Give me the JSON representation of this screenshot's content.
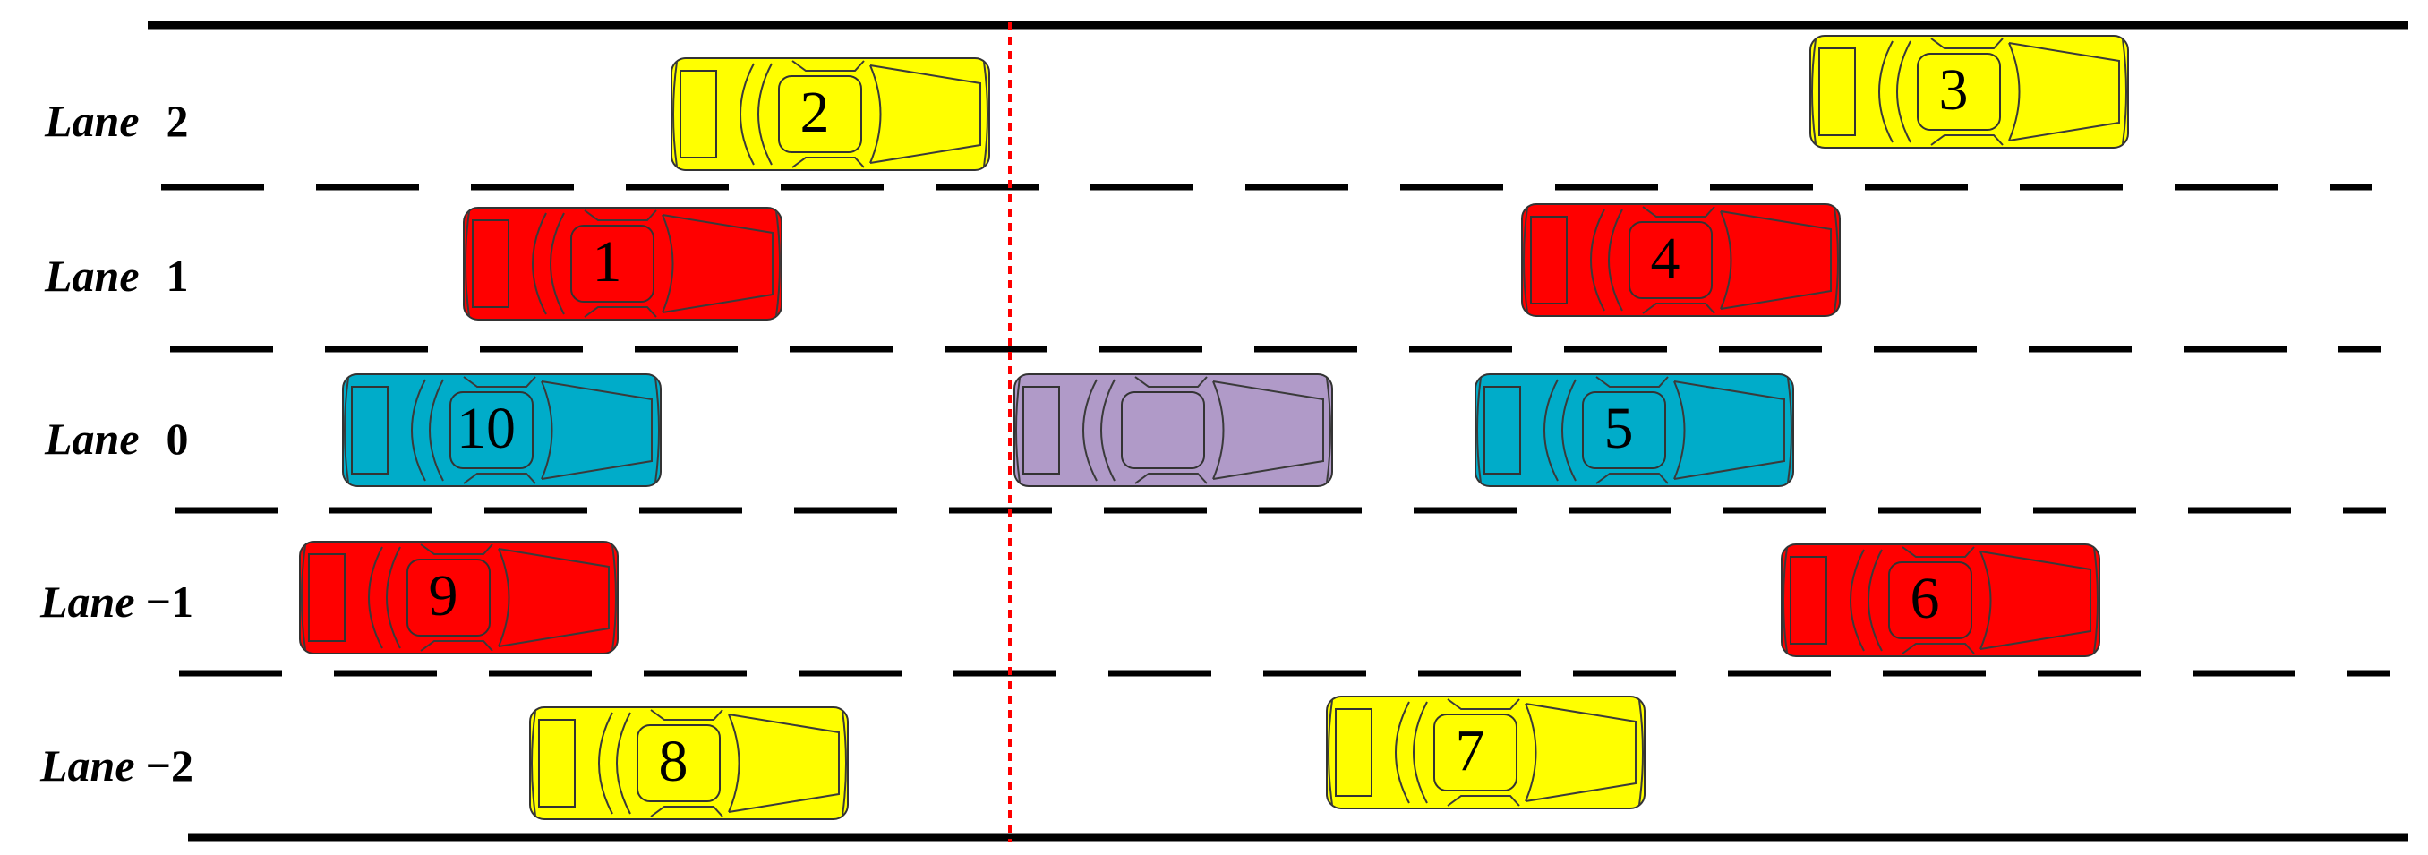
{
  "lanes": [
    {
      "word": "Lane",
      "num": "2"
    },
    {
      "word": "Lane",
      "num": "1"
    },
    {
      "word": "Lane",
      "num": "0"
    },
    {
      "word": "Lane",
      "num": "−1"
    },
    {
      "word": "Lane",
      "num": "−2"
    }
  ],
  "colors": {
    "yellow": "#ffff00",
    "red": "#ff0000",
    "cyan": "#00acc9",
    "purple": "#b09ac8",
    "reference_line": "#ff0000"
  },
  "vehicles": [
    {
      "id": "2",
      "lane": "2",
      "color": "yellow"
    },
    {
      "id": "3",
      "lane": "2",
      "color": "yellow"
    },
    {
      "id": "1",
      "lane": "1",
      "color": "red"
    },
    {
      "id": "4",
      "lane": "1",
      "color": "red"
    },
    {
      "id": "10",
      "lane": "0",
      "color": "cyan"
    },
    {
      "id": "",
      "lane": "0",
      "color": "purple"
    },
    {
      "id": "5",
      "lane": "0",
      "color": "cyan"
    },
    {
      "id": "9",
      "lane": "-1",
      "color": "red"
    },
    {
      "id": "6",
      "lane": "-1",
      "color": "red"
    },
    {
      "id": "8",
      "lane": "-2",
      "color": "yellow"
    },
    {
      "id": "7",
      "lane": "-2",
      "color": "yellow"
    }
  ]
}
